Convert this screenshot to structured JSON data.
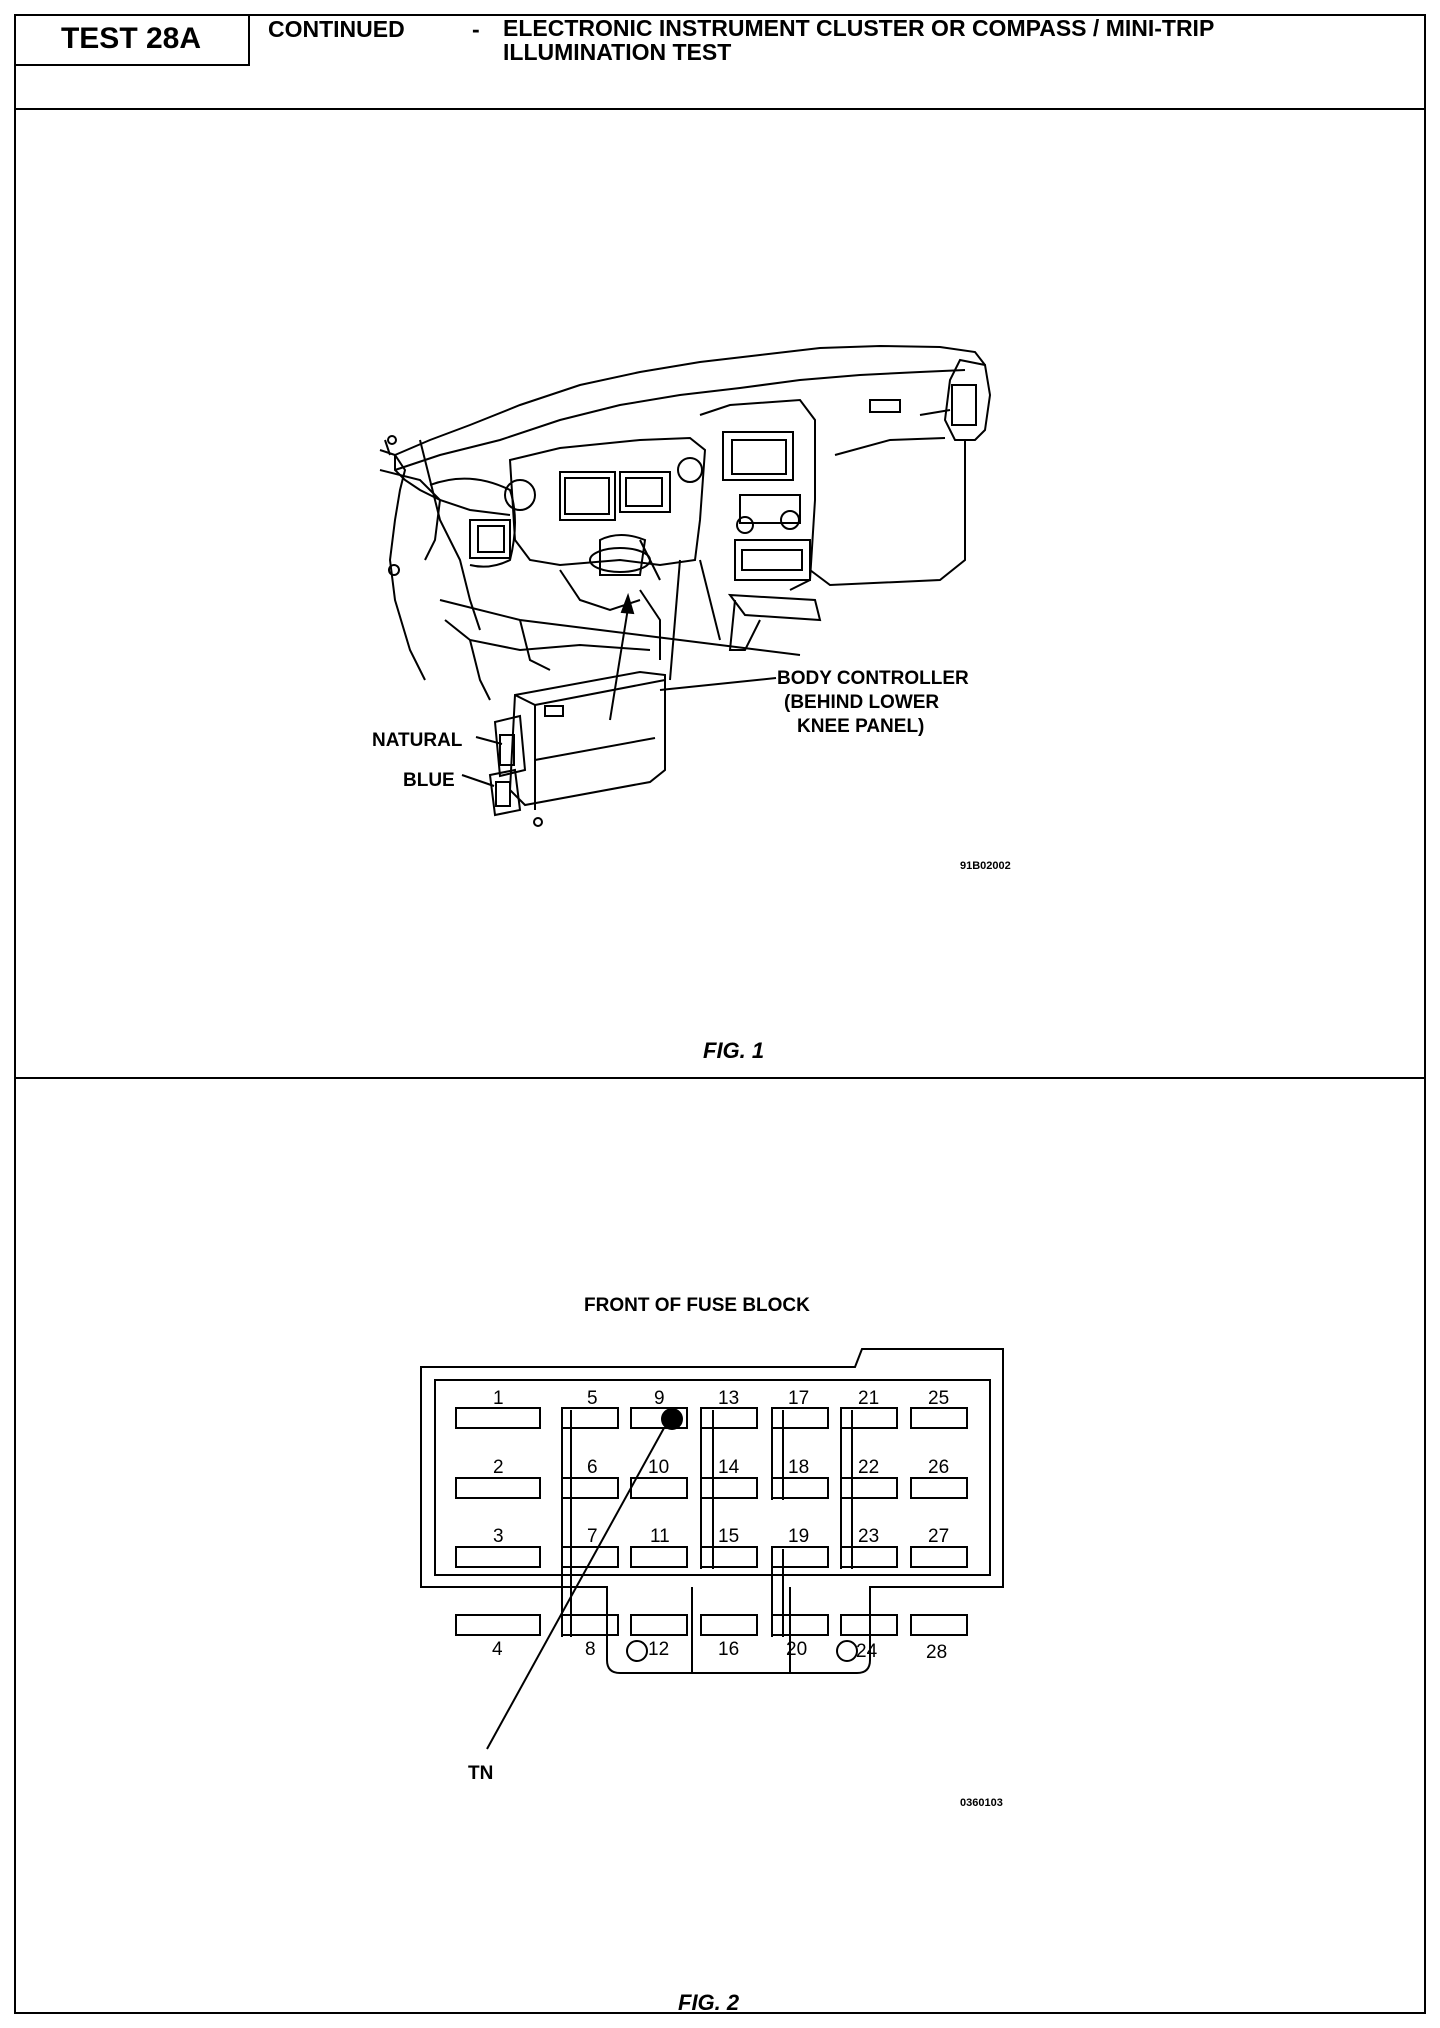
{
  "header": {
    "test_label": "TEST 28A",
    "continued": "CONTINUED",
    "dash": "-",
    "title_line1": "ELECTRONIC INSTRUMENT CLUSTER OR COMPASS / MINI-TRIP",
    "title_line2": "ILLUMINATION TEST"
  },
  "fig1": {
    "caption": "FIG. 1",
    "body_controller_line1": "BODY CONTROLLER",
    "body_controller_line2": "(BEHIND LOWER",
    "body_controller_line3": "KNEE PANEL)",
    "natural_label": "NATURAL",
    "blue_label": "BLUE",
    "ref_code": "91B02002"
  },
  "fig2": {
    "caption": "FIG. 2",
    "heading": "FRONT OF FUSE BLOCK",
    "tn_label": "TN",
    "ref_code": "0360103",
    "fuse_numbers": [
      "1",
      "2",
      "3",
      "4",
      "5",
      "6",
      "7",
      "8",
      "9",
      "10",
      "11",
      "12",
      "13",
      "14",
      "15",
      "16",
      "17",
      "18",
      "19",
      "20",
      "21",
      "22",
      "23",
      "24",
      "25",
      "26",
      "27",
      "28"
    ]
  }
}
